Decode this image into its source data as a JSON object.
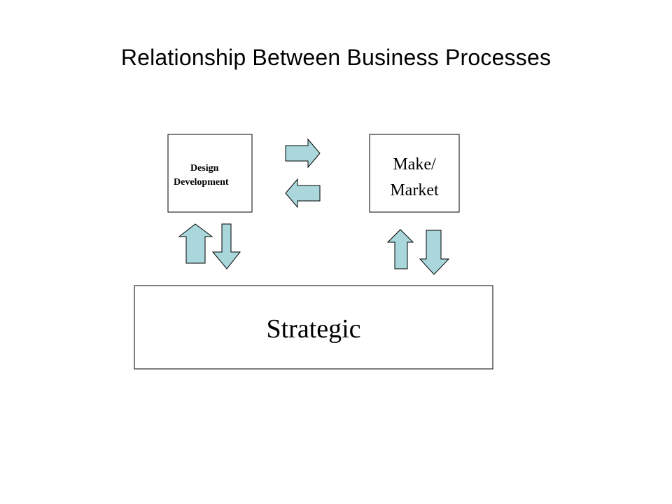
{
  "slide": {
    "title": "Relationship Between Business Processes"
  },
  "diagram": {
    "design_box": {
      "line1": "Design",
      "line2": "Development"
    },
    "make_box": {
      "line1": "Make/",
      "line2": "Market"
    },
    "strategic_box": {
      "label": "Strategic"
    },
    "colors": {
      "arrow_fill": "#a9d7dc",
      "stroke": "#000000",
      "box_fill": "#ffffff"
    }
  }
}
